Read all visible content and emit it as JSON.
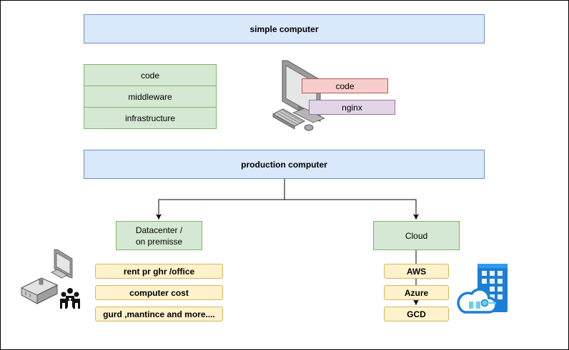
{
  "header": {
    "title": "simple computer"
  },
  "stack": {
    "items": [
      "code",
      "middleware",
      "infrastructure"
    ]
  },
  "computer_overlay": {
    "code": "code",
    "nginx": "nginx"
  },
  "production": {
    "title": "production computer"
  },
  "datacenter": {
    "label_line1": "Datacenter /",
    "label_line2": "on premisse",
    "items": [
      "rent pr ghr /office",
      "computer cost",
      "gurd ,mantince and more...."
    ]
  },
  "cloud": {
    "label": "Cloud",
    "providers": [
      "AWS",
      "Azure",
      "GCD"
    ]
  },
  "colors": {
    "blue_fill": "#dae8fc",
    "green_fill": "#d5e8d4",
    "red_fill": "#f8cecc",
    "purple_fill": "#e1d5e7",
    "yellow_fill": "#fff2cc",
    "azure_blue": "#1c7fd6"
  },
  "icons": [
    "desktop-computer-icon",
    "on-premises-building-icon",
    "staff-group-icon",
    "azure-cloud-building-icon"
  ]
}
